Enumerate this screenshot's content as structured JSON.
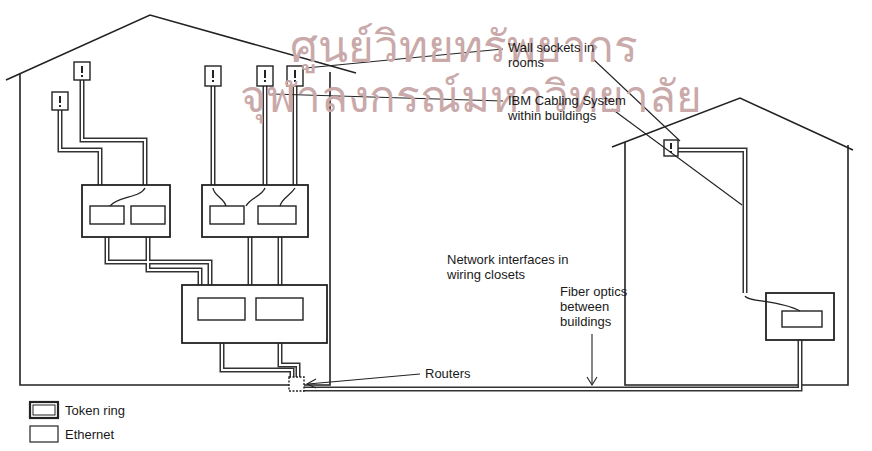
{
  "diagram": {
    "labels": [
      "ศูนย์วิทยทรัพยากร",
      "จุฬาลงกรณ์มหาวิทยาลัย",
      "Wall sockets in rooms",
      "IBM Cabling System within buildings",
      "Network interfaces in wiring closets",
      "Routers",
      "Fiber optics between buildings"
    ],
    "legend": [
      {
        "text": "Token ring"
      },
      {
        "text": "Ethernet"
      }
    ]
  }
}
